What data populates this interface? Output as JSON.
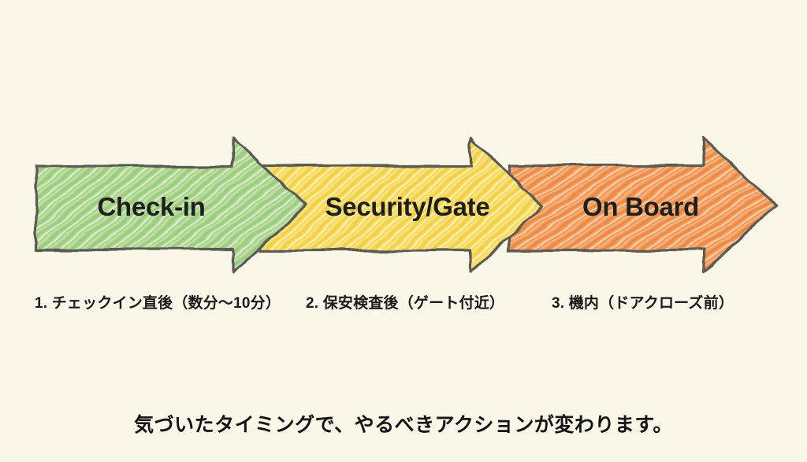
{
  "page": {
    "background_color": "#faf6e8",
    "bottom_message": "気づいたタイミングで、やるべきアクションが変わります。"
  },
  "timeline": {
    "outline_color": "#5c5a52",
    "stages": [
      {
        "label": "Check-in",
        "note": "1. チェックイン直後（数分〜10分）",
        "color": "#a7d28a"
      },
      {
        "label": "Security/Gate",
        "note": "2. 保安検査後（ゲート付近）",
        "color": "#f6d75a"
      },
      {
        "label": "On Board",
        "note": "3. 機内（ドアクローズ前）",
        "color": "#f09755"
      }
    ]
  }
}
